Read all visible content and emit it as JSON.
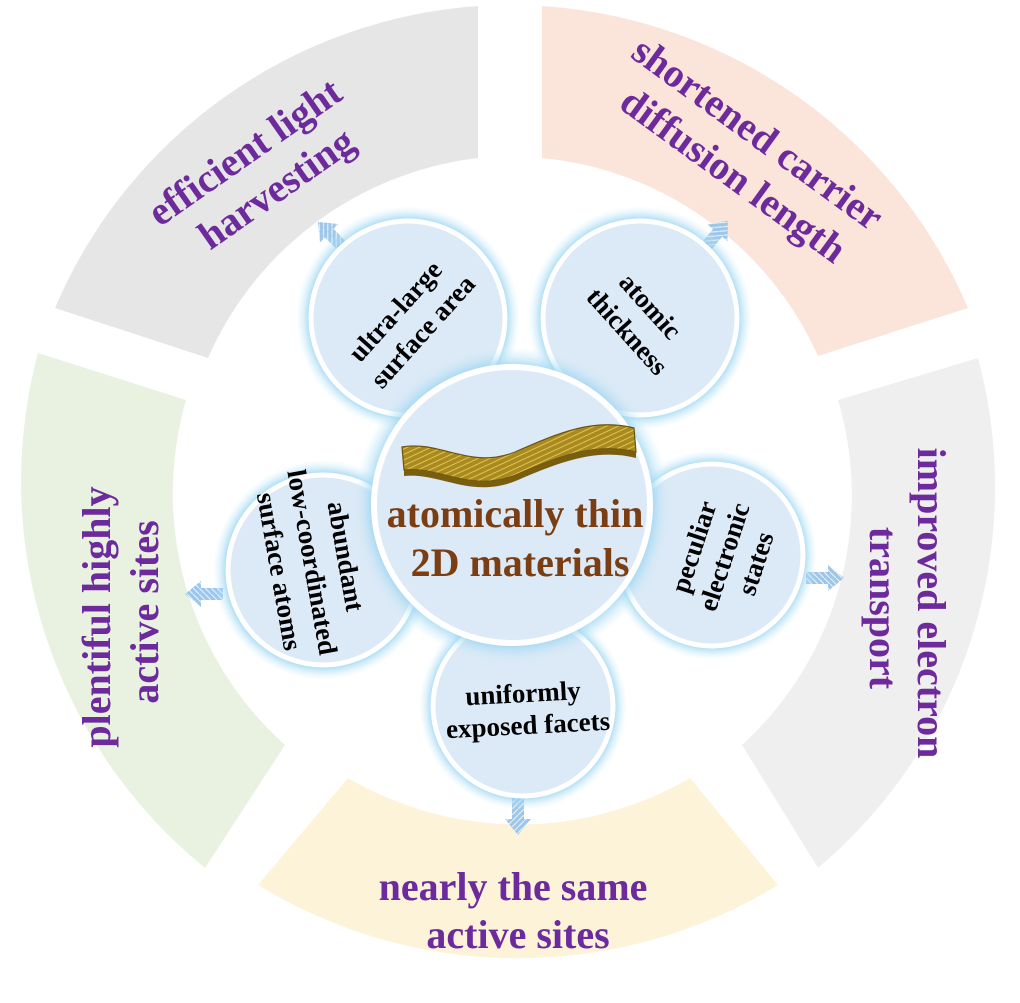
{
  "center": {
    "line1": "atomically thin",
    "line2": "2D materials",
    "color": "#7a3e12"
  },
  "outer_color": "#6d2a9c",
  "outer": [
    {
      "id": "top-left",
      "lines": [
        "efficient light",
        "harvesting"
      ],
      "fill": "#e6e6e6"
    },
    {
      "id": "top-right",
      "lines": [
        "shortened carrier",
        "diffusion length"
      ],
      "fill": "#fbe5da"
    },
    {
      "id": "right",
      "lines": [
        "improved electron",
        "transport"
      ],
      "fill": "#efefef"
    },
    {
      "id": "bottom",
      "lines": [
        "nearly the same",
        "active sites"
      ],
      "fill": "#fdf3d9"
    },
    {
      "id": "left",
      "lines": [
        "plentiful highly",
        "active sites"
      ],
      "fill": "#e9f1e1"
    }
  ],
  "inner": [
    {
      "id": "top-left",
      "lines": [
        "ultra-large",
        "surface area"
      ]
    },
    {
      "id": "top-right",
      "lines": [
        "atomic",
        "thickness"
      ]
    },
    {
      "id": "right",
      "lines": [
        "peculiar",
        "electronic",
        "states"
      ]
    },
    {
      "id": "bottom",
      "lines": [
        "uniformly",
        "exposed facets"
      ]
    },
    {
      "id": "left",
      "lines": [
        "abundant",
        "low-coordinated",
        "surface atoms"
      ]
    }
  ]
}
